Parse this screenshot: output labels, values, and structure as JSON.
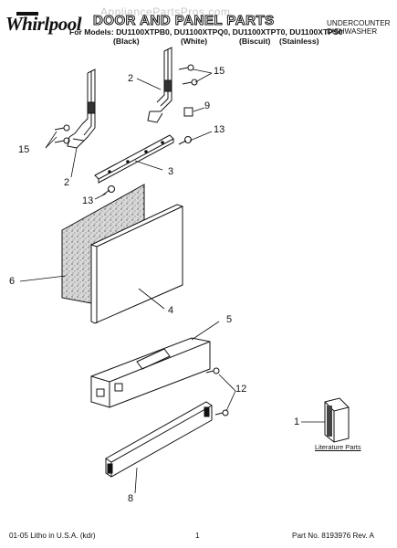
{
  "watermark": "AppliancePartsPros.com",
  "brand": "Whirlpool",
  "title": "DOOR AND PANEL PARTS",
  "models_label": "For Models: DU1100XTPB0, DU1100XTPQ0, DU1100XTPT0, DU1100XTPS0",
  "variants": [
    "(Black)",
    "(White)",
    "(Biscuit)",
    "(Stainless)"
  ],
  "category": [
    "UNDERCOUNTER",
    "DISHWASHER"
  ],
  "callouts": {
    "c2_top": "2",
    "c15_top": "15",
    "c9": "9",
    "c15_left": "15",
    "c13_right": "13",
    "c2_mid": "2",
    "c3": "3",
    "c13_left": "13",
    "c6": "6",
    "c4": "4",
    "c5": "5",
    "c12": "12",
    "c1": "1",
    "c8": "8"
  },
  "literature_label": "Literature Parts",
  "footer": {
    "left": "01-05 Litho in U.S.A. (kdr)",
    "page": "1",
    "right": "Part No. 8193976 Rev. A"
  }
}
